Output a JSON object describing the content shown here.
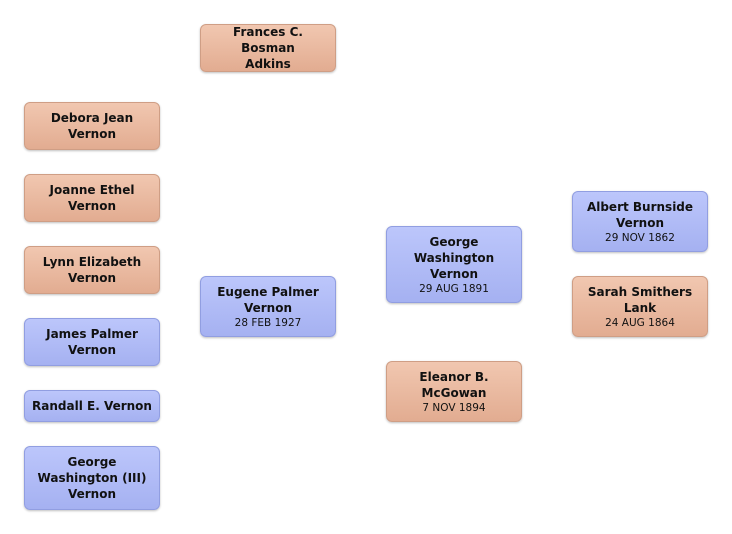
{
  "people": {
    "frances": {
      "name": "Frances C. Bosman\nAdkins",
      "sex": "female"
    },
    "debora": {
      "name": "Debora Jean\nVernon",
      "sex": "female"
    },
    "joanne": {
      "name": "Joanne Ethel\nVernon",
      "sex": "female"
    },
    "lynn": {
      "name": "Lynn Elizabeth\nVernon",
      "sex": "female"
    },
    "jamesp": {
      "name": "James Palmer\nVernon",
      "sex": "male"
    },
    "randall": {
      "name": "Randall E.  Vernon",
      "sex": "male"
    },
    "george3": {
      "name": "George\nWashington (III)\nVernon",
      "sex": "male"
    },
    "eugene": {
      "name": "Eugene Palmer\nVernon",
      "date": "28 FEB 1927",
      "sex": "male"
    },
    "georgew": {
      "name": "George\nWashington\nVernon",
      "date": "29 AUG 1891",
      "sex": "male"
    },
    "eleanor": {
      "name": "Eleanor B.\nMcGowan",
      "date": "7 NOV 1894",
      "sex": "female"
    },
    "albert": {
      "name": "Albert Burnside\nVernon",
      "date": "29 NOV 1862",
      "sex": "male"
    },
    "sarah": {
      "name": "Sarah Smithers\nLank",
      "date": "24 AUG 1864",
      "sex": "female"
    }
  },
  "colors": {
    "female_fill": "#e8b7a0",
    "male_fill": "#adb8f5",
    "background": "#ffffff"
  }
}
